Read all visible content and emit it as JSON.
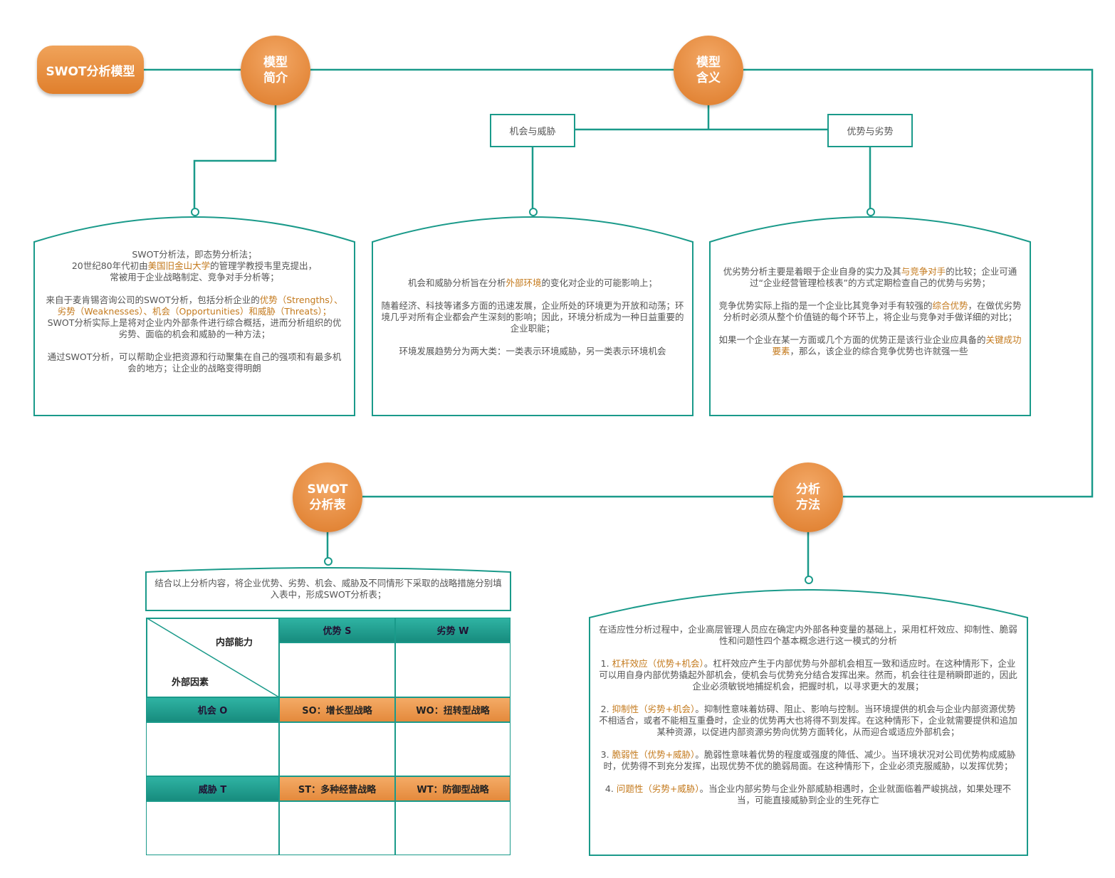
{
  "title": "SWOT分析模型",
  "nodes": {
    "intro": "模型\n简介",
    "meaning": "模型\n含义",
    "table": "SWOT\n分析表",
    "method": "分析\n方法"
  },
  "labels": {
    "opportunity_threat": "机会与威胁",
    "strength_weakness": "优势与劣势"
  },
  "intro_text": {
    "p1_l1": "SWOT分析法，即态势分析法；",
    "p1_l2a": "20世纪80年代初由",
    "p1_l2hl": "美国旧金山大学",
    "p1_l2b": "的管理学教授韦里克提出，",
    "p1_l3": "常被用于企业战略制定、竞争对手分析等；",
    "p2_a": "来自于麦肯锡咨询公司的SWOT分析，包括分析企业的",
    "p2_hl": "优势（Strengths）、劣势（Weaknesses）、机会（Opportunities）和威胁（Threats）；",
    "p2_b": "SWOT分析实际上是将对企业内外部条件进行综合概括，进而分析组织的优劣势、面临的机会和威胁的一种方法；",
    "p3": "通过SWOT分析，可以帮助企业把资源和行动聚集在自己的强项和有最多机会的地方；让企业的战略变得明朗"
  },
  "ot_text": {
    "p1_a": "机会和威胁分析旨在分析",
    "p1_hl": "外部环境",
    "p1_b": "的变化对企业的可能影响上；",
    "p2": "随着经济、科技等诸多方面的迅速发展，企业所处的环境更为开放和动荡；环境几乎对所有企业都会产生深刻的影响；因此，环境分析成为一种日益重要的企业职能；",
    "p3": "环境发展趋势分为两大类：一类表示环境威胁，另一类表示环境机会"
  },
  "sw_text": {
    "p1_a": "优劣势分析主要是着眼于企业自身的实力及其",
    "p1_hl": "与竞争对手",
    "p1_b": "的比较；企业可通过“企业经营管理检核表”的方式定期检查自己的优势与劣势；",
    "p2_a": "竞争优势实际上指的是一个企业比其竞争对手有较强的",
    "p2_hl": "综合优势",
    "p2_b": "，在做优劣势分析时必须从整个价值链的每个环节上，将企业与竞争对手做详细的对比；",
    "p3_a": "如果一个企业在某一方面或几个方面的优势正是该行业企业应具备的",
    "p3_hl": "关键成功要素",
    "p3_b": "，那么，该企业的综合竞争优势也许就强一些"
  },
  "table_intro": "结合以上分析内容，将企业优势、劣势、机会、威胁及不同情形下采取的战略措施分别填入表中，形成SWOT分析表；",
  "swot_table": {
    "internal": "内部能力",
    "external": "外部因素",
    "strength": "优势 S",
    "weakness": "劣势 W",
    "opportunity": "机会 O",
    "threat": "威胁 T",
    "so": "SO：增长型战略",
    "wo": "WO：扭转型战略",
    "st": "ST：多种经营战略",
    "wt": "WT：防御型战略"
  },
  "method_text": {
    "p0": "在适应性分析过程中，企业高层管理人员应在确定内外部各种变量的基础上，采用杠杆效应、抑制性、脆弱性和问题性四个基本概念进行这一模式的分析",
    "p1_n": "1. ",
    "p1_hl": "杠杆效应（优势+机会）",
    "p1_b": "。杠杆效应产生于内部优势与外部机会相互一致和适应时。在这种情形下，企业可以用自身内部优势撬起外部机会，使机会与优势充分结合发挥出来。然而，机会往往是稍瞬即逝的，因此企业必须敏锐地捕捉机会，把握时机，以寻求更大的发展；",
    "p2_n": "2. ",
    "p2_hl": "抑制性（劣势+机会）",
    "p2_b": "。抑制性意味着妨碍、阻止、影响与控制。当环境提供的机会与企业内部资源优势不相适合，或者不能相互重叠时，企业的优势再大也将得不到发挥。在这种情形下，企业就需要提供和追加某种资源，以促进内部资源劣势向优势方面转化，从而迎合或适应外部机会；",
    "p3_n": "3. ",
    "p3_hl": "脆弱性（优势+威胁）",
    "p3_b": "。脆弱性意味着优势的程度或强度的降低、减少。当环境状况对公司优势构成威胁时，优势得不到充分发挥，出现优势不优的脆弱局面。在这种情形下，企业必须克服威胁，以发挥优势；",
    "p4_n": "4. ",
    "p4_hl": "问题性（劣势+威胁）",
    "p4_b": "。当企业内部劣势与企业外部威胁相遇时，企业就面临着严峻挑战，如果处理不当，可能直接威胁到企业的生死存亡"
  },
  "colors": {
    "line": "#1a9a8a",
    "accent": "#e07f2c",
    "highlight": "#c47a1d"
  }
}
